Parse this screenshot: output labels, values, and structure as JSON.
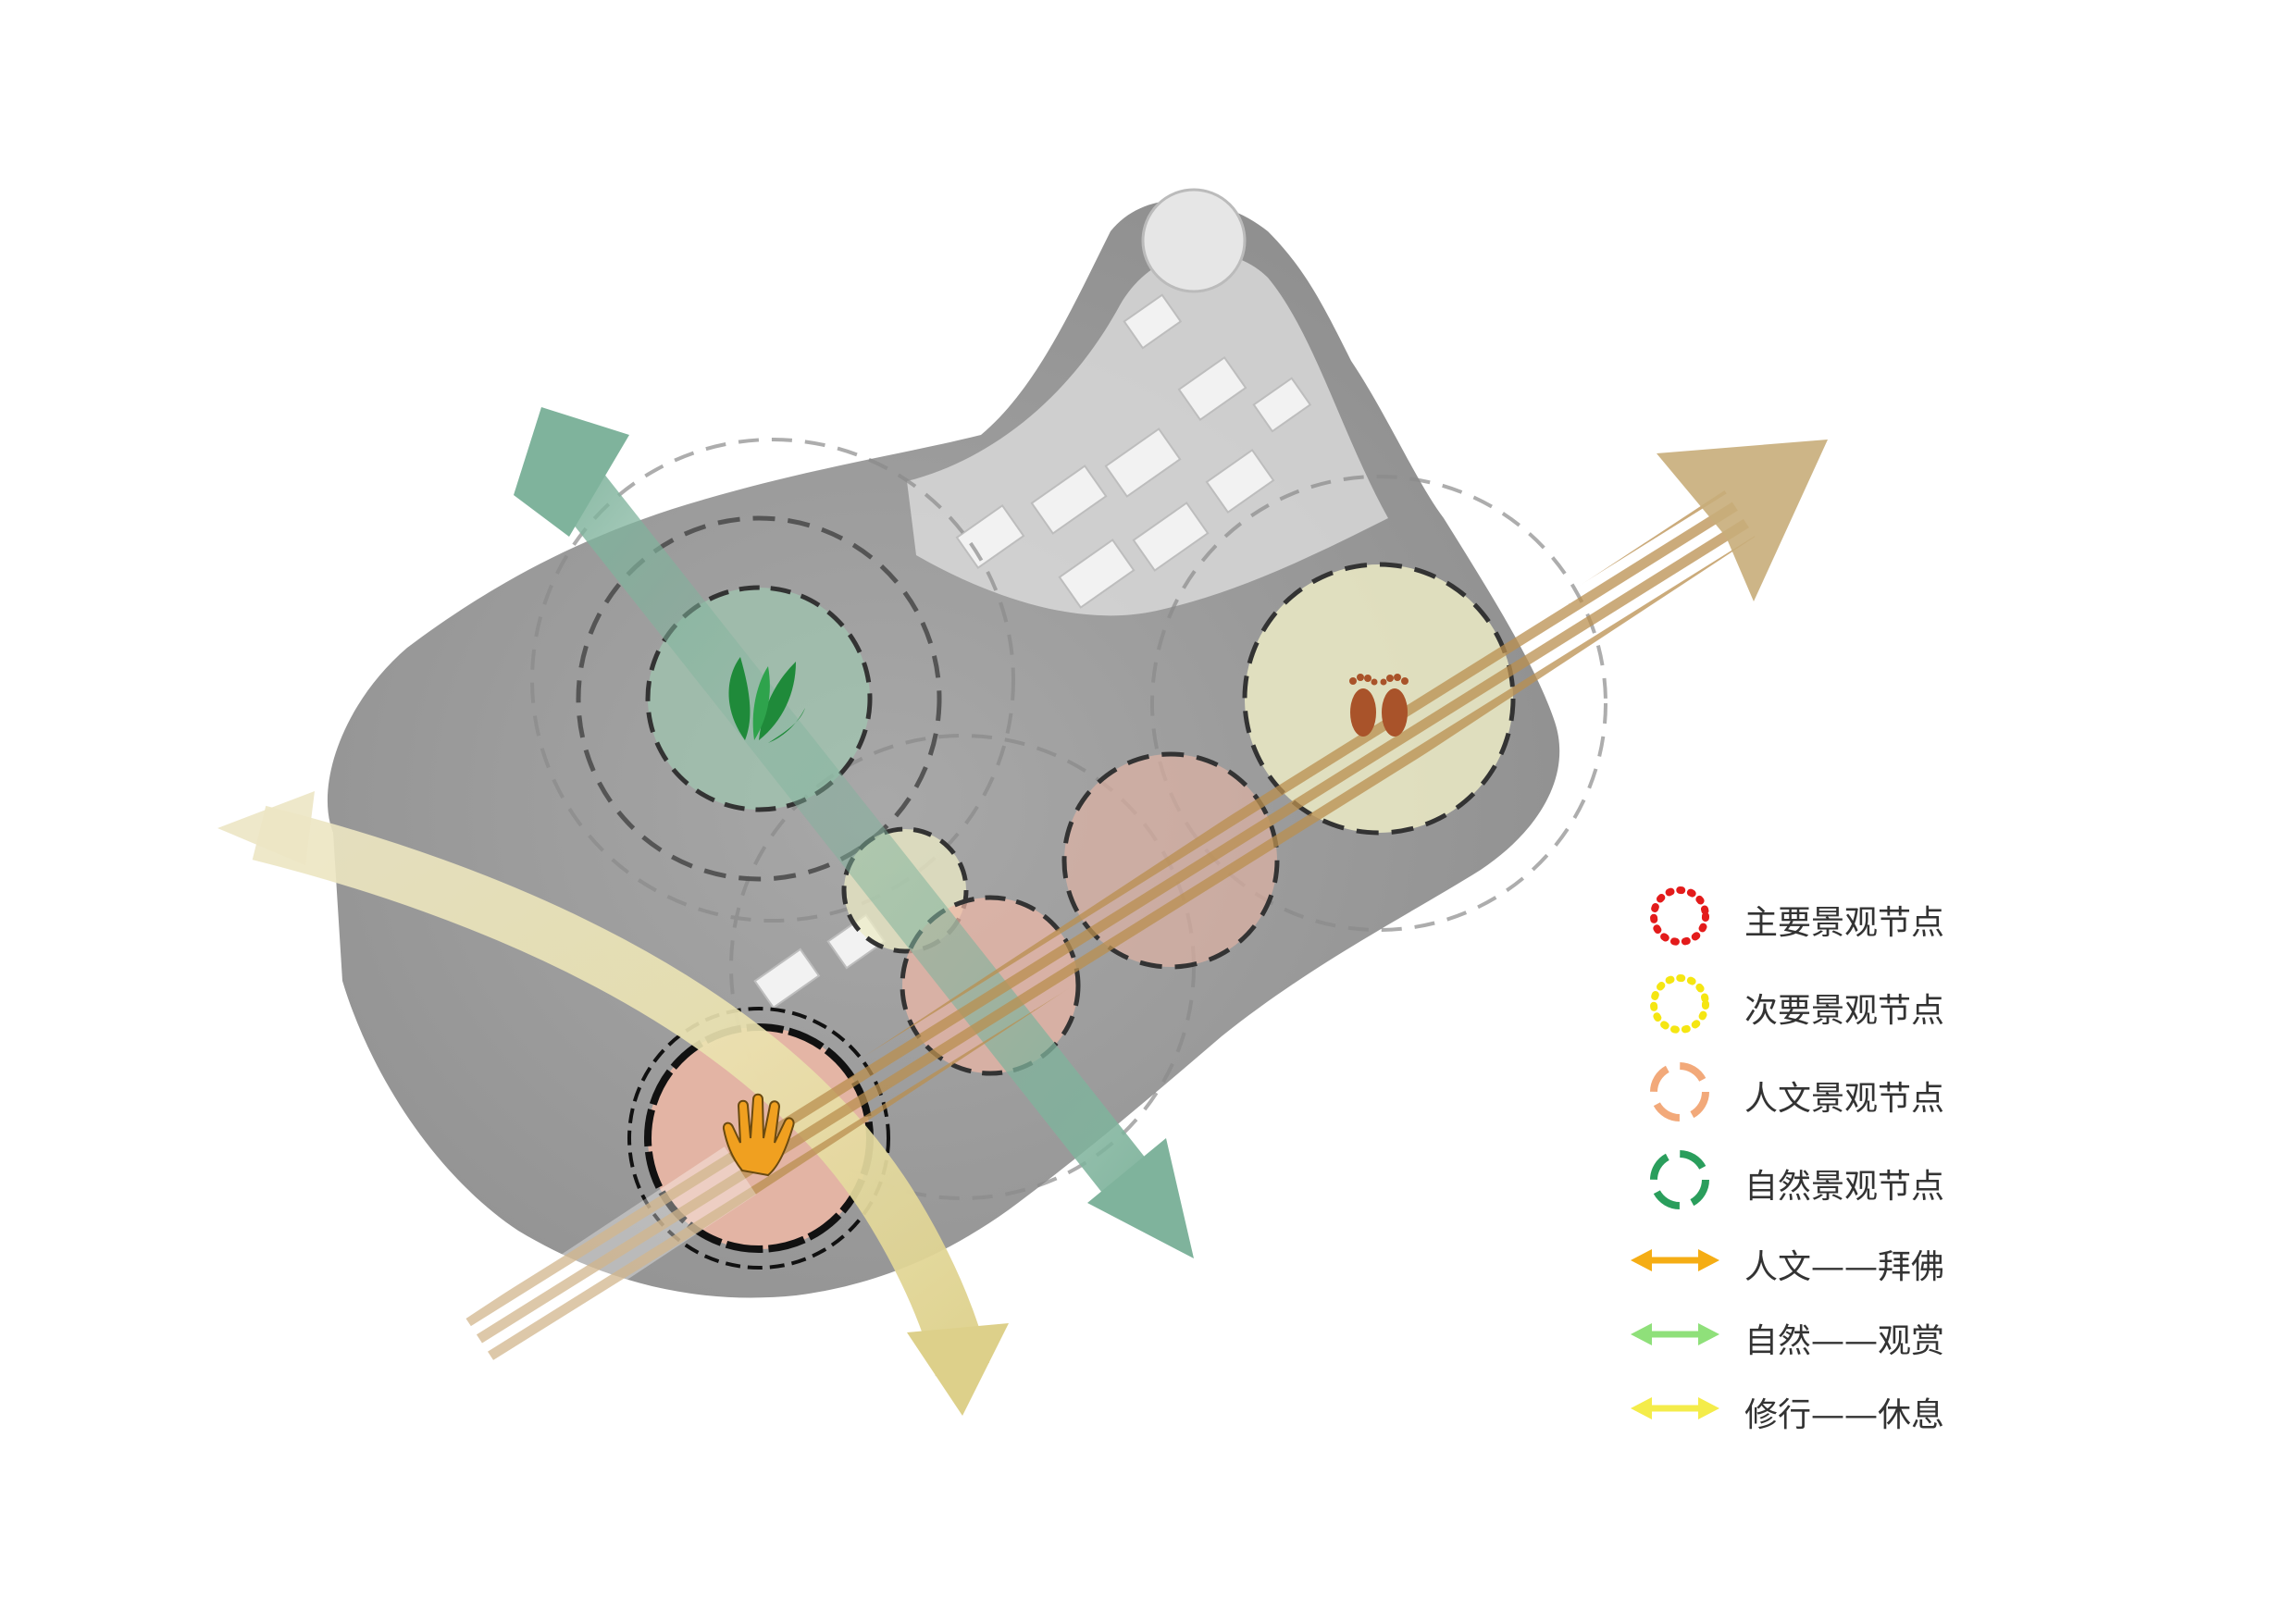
{
  "legend": [
    {
      "id": "primary-node",
      "label": "主要景观节点",
      "symbol": "dotted-circle",
      "color": "#e31b1b"
    },
    {
      "id": "secondary-node",
      "label": "次要景观节点",
      "symbol": "dotted-circle",
      "color": "#f5e612"
    },
    {
      "id": "cultural-node",
      "label": "人文景观节点",
      "symbol": "dashed-circle",
      "color": "#f2a97a"
    },
    {
      "id": "natural-node",
      "label": "自然景观节点",
      "symbol": "dashed-circle",
      "color": "#2a9e5c"
    },
    {
      "id": "axis-cultural",
      "label": "人文——拜佛",
      "symbol": "double-arrow",
      "color": "#f5ad14"
    },
    {
      "id": "axis-natural",
      "label": "自然——观赏",
      "symbol": "double-arrow",
      "color": "#8fe07a"
    },
    {
      "id": "axis-practice",
      "label": "修行——休息",
      "symbol": "double-arrow",
      "color": "#f4ec4a"
    }
  ],
  "colors": {
    "site": "#9a9a9a",
    "site_light": "#c9c9c9",
    "natural_axis": "#7fb39c",
    "cultural_axis": "#c8ad7a",
    "practice_axis": "#e8e0b0",
    "cultural_node_fill": "#f0b8a6",
    "secondary_node_fill": "#ecebc6",
    "natural_node_fill": "#9fd1b5",
    "leaf_icon": "#1f8a3a",
    "footprint_icon": "#a9532a",
    "hand_icon": "#f0a020"
  },
  "icons": {
    "leaf": "leaf-icon",
    "footprints": "footprints-icon",
    "hand": "hand-icon"
  }
}
